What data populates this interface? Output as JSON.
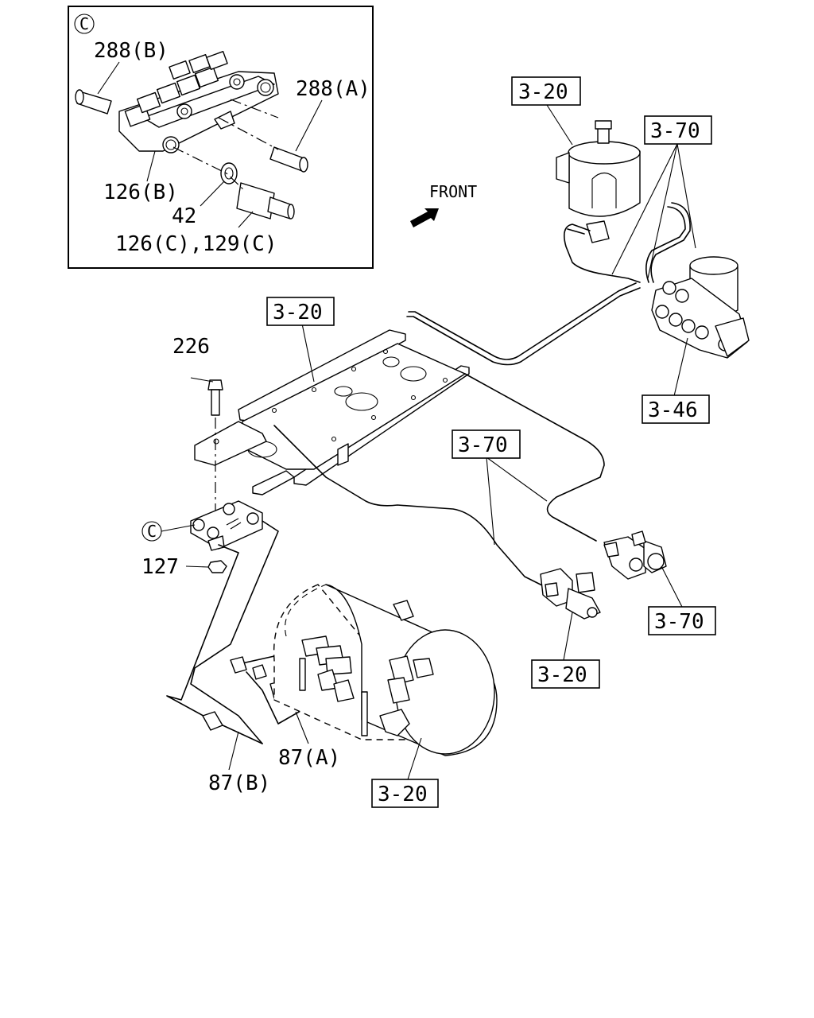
{
  "inset": {
    "marker": "C",
    "labels": {
      "pin_b": "288(B)",
      "pin_a": "288(A)",
      "valve_body": "126(B)",
      "washer": "42",
      "fitting": "126(C),129(C)"
    }
  },
  "main": {
    "front_label": "FRONT",
    "callout_c": "C",
    "part_labels": {
      "bolt": "226",
      "nut": "127",
      "pipe_a": "87(A)",
      "pipe_b": "87(B)"
    },
    "ref_boxes": {
      "tank_top": "3-20",
      "pipes_top": "3-70",
      "frame": "3-20",
      "dryer": "3-46",
      "pipes_mid": "3-70",
      "valve_right": "3-70",
      "valve_mid": "3-20",
      "tank_bottom": "3-20"
    }
  }
}
